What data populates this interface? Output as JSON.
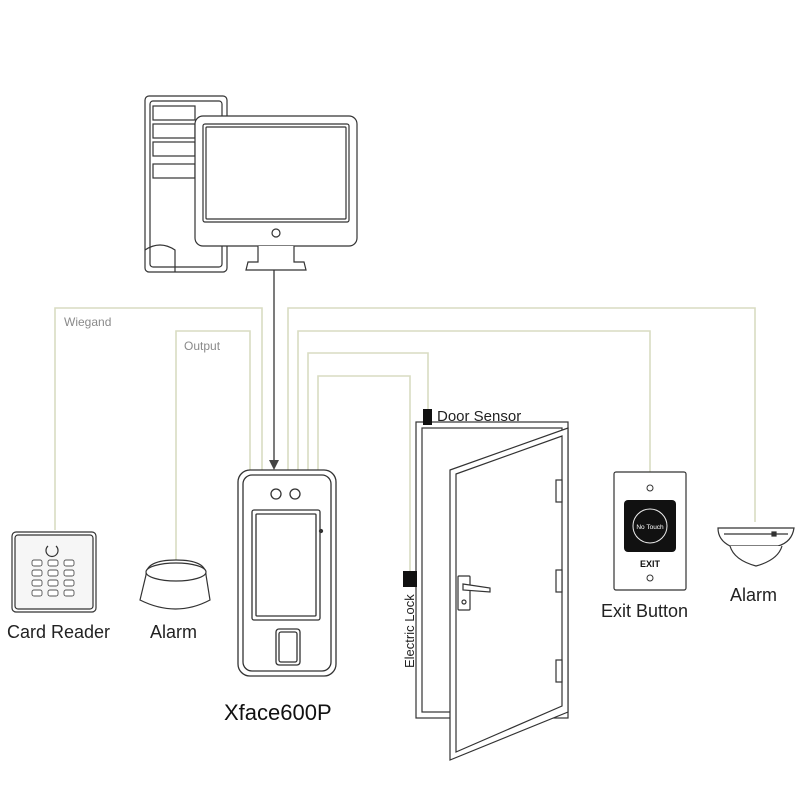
{
  "labels": {
    "wiegand": "Wiegand",
    "output": "Output",
    "door_sensor": "Door Sensor",
    "electric_lock": "Electric Lock",
    "card_reader": "Card Reader",
    "alarm_left": "Alarm",
    "device": "Xface600P",
    "exit_button": "Exit Button",
    "alarm_right": "Alarm"
  },
  "exit_button_face": {
    "no_touch": "No Touch",
    "exit": "EXIT"
  },
  "colors": {
    "wire": "#d9dcc2",
    "line_art": "#333333",
    "exit_face": "#111111"
  },
  "icons": [
    "computer-icon",
    "monitor-icon",
    "card-reader-icon",
    "siren-alarm-icon",
    "face-terminal-icon",
    "door-icon",
    "exit-button-icon",
    "ceiling-alarm-icon"
  ]
}
